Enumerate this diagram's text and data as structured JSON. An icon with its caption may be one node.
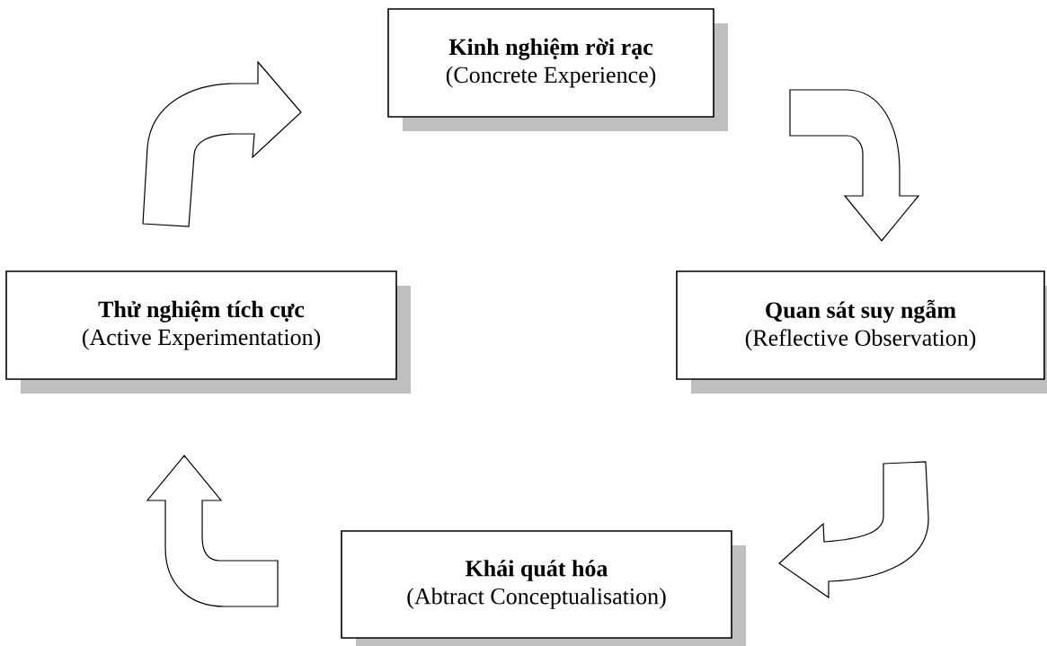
{
  "diagram": {
    "nodes": [
      {
        "text": [
          "Kinh nghiệm rời rạc",
          "(Concrete Experience)"
        ]
      },
      {
        "text": [
          "Quan sát suy ngẫm",
          "(Reflective Observation)"
        ]
      },
      {
        "text": [
          "Khái quát hóa",
          "(Abtract Conceptualisation)"
        ]
      },
      {
        "text": [
          "Thử nghiệm tích cực",
          "(Active Experimentation)"
        ]
      }
    ],
    "edges": [
      {
        "from": 0,
        "to": 1,
        "arrow": "to"
      },
      {
        "from": 1,
        "to": 2,
        "arrow": "to"
      },
      {
        "from": 2,
        "to": 3,
        "arrow": "to"
      },
      {
        "from": 3,
        "to": 0,
        "arrow": "to"
      }
    ]
  }
}
